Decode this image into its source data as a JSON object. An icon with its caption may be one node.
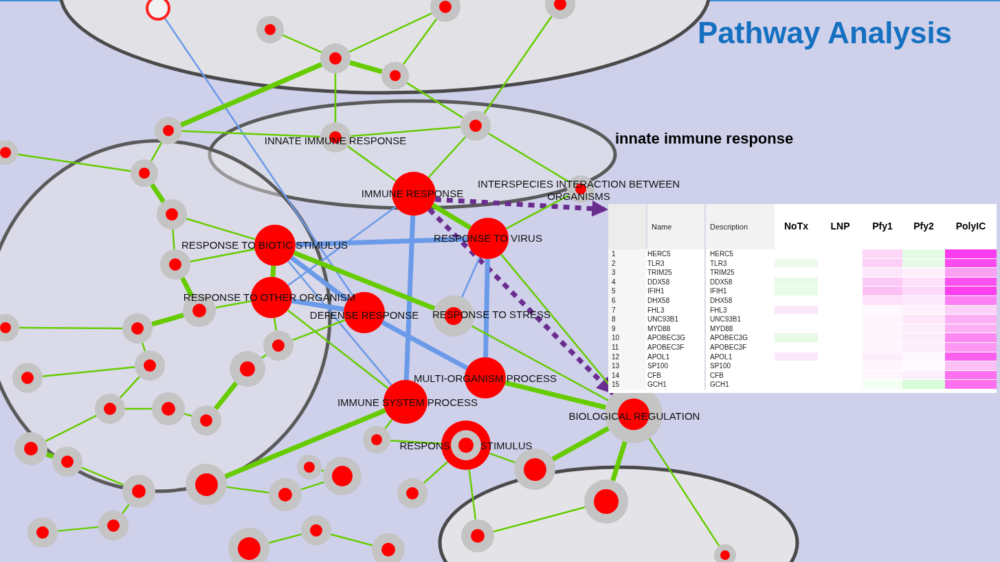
{
  "diagram": {
    "title": "Pathway Analysis",
    "nodes": [
      {
        "text": [
          "INNATE IMMUNE RESPONSE"
        ]
      },
      {
        "text": [
          "IMMUNE RESPONSE"
        ]
      },
      {
        "text": [
          "INTERSPECIES INTERACTION BETWEEN ORGANISMS"
        ]
      },
      {
        "text": [
          "RESPONSE TO BIOTIC STIMULUS"
        ]
      },
      {
        "text": [
          "RESPONSE TO VIRUS"
        ]
      },
      {
        "text": [
          "RESPONSE TO OTHER ORGANISM"
        ]
      },
      {
        "text": [
          "DEFENSE RESPONSE"
        ]
      },
      {
        "text": [
          "RESPONSE TO STRESS"
        ]
      },
      {
        "text": [
          "MULTI-ORGANISM PROCESS"
        ]
      },
      {
        "text": [
          "IMMUNE SYSTEM PROCESS"
        ]
      },
      {
        "text": [
          "RESPONS",
          "STIMULUS"
        ]
      },
      {
        "text": [
          "BIOLOGICAL REGULATION"
        ]
      },
      {
        "text": [
          "innate immune response",
          "Name",
          "Description",
          "NoTx",
          "LNP",
          "Pfy1",
          "Pfy2",
          "PolyIC",
          "1",
          "HERC5",
          "HERC5",
          "2",
          "TLR3",
          "TLR3",
          "3",
          "TRIM25",
          "TRIM25",
          "4",
          "DDX58",
          "DDX58",
          "5",
          "IFIH1",
          "IFIH1",
          "6",
          "DHX58",
          "DHX58",
          "7",
          "FHL3",
          "FHL3",
          "8",
          "UNC93B1",
          "UNC93B1",
          "9",
          "MYD88",
          "MYD88",
          "10",
          "APOBEC3G",
          "APOBEC3G",
          "11",
          "APOBEC3F",
          "APOBEC3F",
          "12",
          "APOL1",
          "APOL1",
          "13",
          "SP100",
          "SP100",
          "14",
          "CFB",
          "CFB",
          "15",
          "GCH1",
          "GCH1"
        ]
      },
      {
        "text": [],
        "shape": "circle"
      },
      {
        "text": [],
        "shape": "circle"
      },
      {
        "text": [],
        "shape": "circle"
      },
      {
        "text": [],
        "shape": "circle"
      },
      {
        "text": [],
        "shape": "circle"
      },
      {
        "text": [],
        "shape": "circle"
      },
      {
        "text": [],
        "shape": "circle"
      },
      {
        "text": [],
        "shape": "circle"
      },
      {
        "text": [],
        "shape": "circle"
      },
      {
        "text": [],
        "shape": "circle"
      },
      {
        "text": [],
        "shape": "circle"
      },
      {
        "text": [],
        "shape": "circle"
      },
      {
        "text": [],
        "shape": "circle"
      },
      {
        "text": [],
        "shape": "circle"
      },
      {
        "text": [],
        "shape": "circle"
      },
      {
        "text": [],
        "shape": "circle"
      },
      {
        "text": [],
        "shape": "circle"
      },
      {
        "text": [],
        "shape": "circle"
      },
      {
        "text": [],
        "shape": "circle"
      },
      {
        "text": [],
        "shape": "circle"
      },
      {
        "text": [],
        "shape": "circle"
      },
      {
        "text": [],
        "shape": "circle"
      },
      {
        "text": [],
        "shape": "circle"
      },
      {
        "text": [],
        "shape": "circle"
      },
      {
        "text": [],
        "shape": "circle"
      },
      {
        "text": [],
        "shape": "circle"
      },
      {
        "text": [],
        "shape": "circle"
      },
      {
        "text": [],
        "shape": "circle"
      },
      {
        "text": [],
        "shape": "circle"
      },
      {
        "text": [],
        "shape": "circle"
      },
      {
        "text": [],
        "shape": "circle"
      },
      {
        "text": [],
        "shape": "circle"
      },
      {
        "text": [],
        "shape": "circle"
      },
      {
        "text": [],
        "shape": "circle"
      },
      {
        "text": [],
        "shape": "circle"
      },
      {
        "text": [],
        "shape": "circle"
      },
      {
        "text": [],
        "shape": "circle"
      },
      {
        "text": [],
        "shape": "circle"
      },
      {
        "text": [],
        "shape": "circle"
      },
      {
        "text": [],
        "shape": "circle"
      }
    ],
    "edges": [
      {
        "from": 1,
        "to": 12,
        "arrow": "to",
        "style": "dashed",
        "color": "#6b2d8f"
      },
      {
        "from": 1,
        "to": 11,
        "arrow": "to",
        "style": "dashed",
        "color": "#6b2d8f"
      },
      {
        "from": 13,
        "to": 6,
        "arrow": "none",
        "color": "#6a9ae8"
      },
      {
        "from": 3,
        "to": 4,
        "arrow": "none",
        "style": "thick",
        "color": "#6a9ae8"
      },
      {
        "from": 3,
        "to": 6,
        "arrow": "none",
        "style": "thick",
        "color": "#6a9ae8"
      },
      {
        "from": 5,
        "to": 6,
        "arrow": "none",
        "style": "thick",
        "color": "#6a9ae8"
      },
      {
        "from": 1,
        "to": 9,
        "arrow": "none",
        "style": "thick",
        "color": "#6a9ae8"
      },
      {
        "from": 4,
        "to": 7,
        "arrow": "none",
        "color": "#6a9ae8"
      },
      {
        "from": 4,
        "to": 8,
        "arrow": "none",
        "style": "thick",
        "color": "#6a9ae8"
      },
      {
        "from": 6,
        "to": 8,
        "arrow": "none",
        "style": "thick",
        "color": "#6a9ae8"
      },
      {
        "from": 3,
        "to": 9,
        "arrow": "none",
        "color": "#6a9ae8"
      },
      {
        "from": 1,
        "to": 5,
        "arrow": "none",
        "color": "#6a9ae8"
      },
      {
        "from": 0,
        "to": 15,
        "arrow": "none"
      },
      {
        "from": 0,
        "to": 20,
        "arrow": "none"
      },
      {
        "from": 0,
        "to": 19,
        "arrow": "none"
      },
      {
        "from": 0,
        "to": 1,
        "arrow": "none"
      },
      {
        "from": 15,
        "to": 16,
        "arrow": "none",
        "style": "thick"
      },
      {
        "from": 14,
        "to": 15,
        "arrow": "none"
      },
      {
        "from": 16,
        "to": 20,
        "arrow": "none"
      },
      {
        "from": 15,
        "to": 17,
        "arrow": "none"
      },
      {
        "from": 18,
        "to": 20,
        "arrow": "none"
      },
      {
        "from": 19,
        "to": 15,
        "arrow": "none",
        "style": "thick"
      },
      {
        "from": 19,
        "to": 22,
        "arrow": "none"
      },
      {
        "from": 22,
        "to": 23,
        "arrow": "none",
        "style": "thick"
      },
      {
        "from": 23,
        "to": 24,
        "arrow": "none"
      },
      {
        "from": 24,
        "to": 25,
        "arrow": "none",
        "style": "thick"
      },
      {
        "from": 1,
        "to": 20,
        "arrow": "none"
      },
      {
        "from": 17,
        "to": 16,
        "arrow": "none"
      },
      {
        "from": 1,
        "to": 4,
        "arrow": "none",
        "style": "thick"
      },
      {
        "from": 4,
        "to": 11,
        "arrow": "none"
      },
      {
        "from": 8,
        "to": 11,
        "arrow": "none",
        "style": "thick"
      },
      {
        "from": 7,
        "to": 11,
        "arrow": "none"
      },
      {
        "from": 11,
        "to": 43,
        "arrow": "none",
        "style": "thick"
      },
      {
        "from": 11,
        "to": 44,
        "arrow": "none",
        "style": "thick"
      },
      {
        "from": 11,
        "to": 52,
        "arrow": "none"
      },
      {
        "from": 44,
        "to": 46,
        "arrow": "none"
      },
      {
        "from": 10,
        "to": 43,
        "arrow": "none"
      },
      {
        "from": 10,
        "to": 42,
        "arrow": "none"
      },
      {
        "from": 9,
        "to": 42,
        "arrow": "none"
      },
      {
        "from": 27,
        "to": 26,
        "arrow": "none"
      },
      {
        "from": 3,
        "to": 23,
        "arrow": "none"
      },
      {
        "from": 5,
        "to": 25,
        "arrow": "none"
      },
      {
        "from": 3,
        "to": 24,
        "arrow": "none"
      },
      {
        "from": 25,
        "to": 28,
        "arrow": "none",
        "style": "thick"
      },
      {
        "from": 28,
        "to": 29,
        "arrow": "none"
      },
      {
        "from": 29,
        "to": 33,
        "arrow": "none"
      },
      {
        "from": 30,
        "to": 29,
        "arrow": "none"
      },
      {
        "from": 31,
        "to": 28,
        "arrow": "none"
      },
      {
        "from": 32,
        "to": 33,
        "arrow": "none"
      },
      {
        "from": 33,
        "to": 35,
        "arrow": "none"
      },
      {
        "from": 35,
        "to": 36,
        "arrow": "none",
        "style": "thick"
      },
      {
        "from": 34,
        "to": 32,
        "arrow": "none"
      },
      {
        "from": 36,
        "to": 38,
        "arrow": "none"
      },
      {
        "from": 37,
        "to": 39,
        "arrow": "none"
      },
      {
        "from": 38,
        "to": 47,
        "arrow": "none"
      },
      {
        "from": 40,
        "to": 41,
        "arrow": "none"
      },
      {
        "from": 39,
        "to": 40,
        "arrow": "none"
      },
      {
        "from": 45,
        "to": 10,
        "arrow": "none"
      },
      {
        "from": 46,
        "to": 10,
        "arrow": "none"
      },
      {
        "from": 49,
        "to": 50,
        "arrow": "none"
      },
      {
        "from": 50,
        "to": 51,
        "arrow": "none"
      },
      {
        "from": 48,
        "to": 47,
        "arrow": "none"
      },
      {
        "from": 27,
        "to": 34,
        "arrow": "none",
        "style": "thick"
      },
      {
        "from": 5,
        "to": 26,
        "arrow": "none"
      },
      {
        "from": 21,
        "to": 22,
        "arrow": "none"
      },
      {
        "from": 2,
        "to": 4,
        "arrow": "none"
      },
      {
        "from": 2,
        "to": 20,
        "arrow": "none"
      },
      {
        "from": 6,
        "to": 26,
        "arrow": "none"
      },
      {
        "from": 9,
        "to": 37,
        "arrow": "none",
        "style": "thick"
      },
      {
        "from": 3,
        "to": 5,
        "arrow": "none",
        "style": "thick"
      },
      {
        "from": 5,
        "to": 9,
        "arrow": "none"
      },
      {
        "from": 3,
        "to": 7,
        "arrow": "none",
        "style": "thick"
      }
    ]
  }
}
